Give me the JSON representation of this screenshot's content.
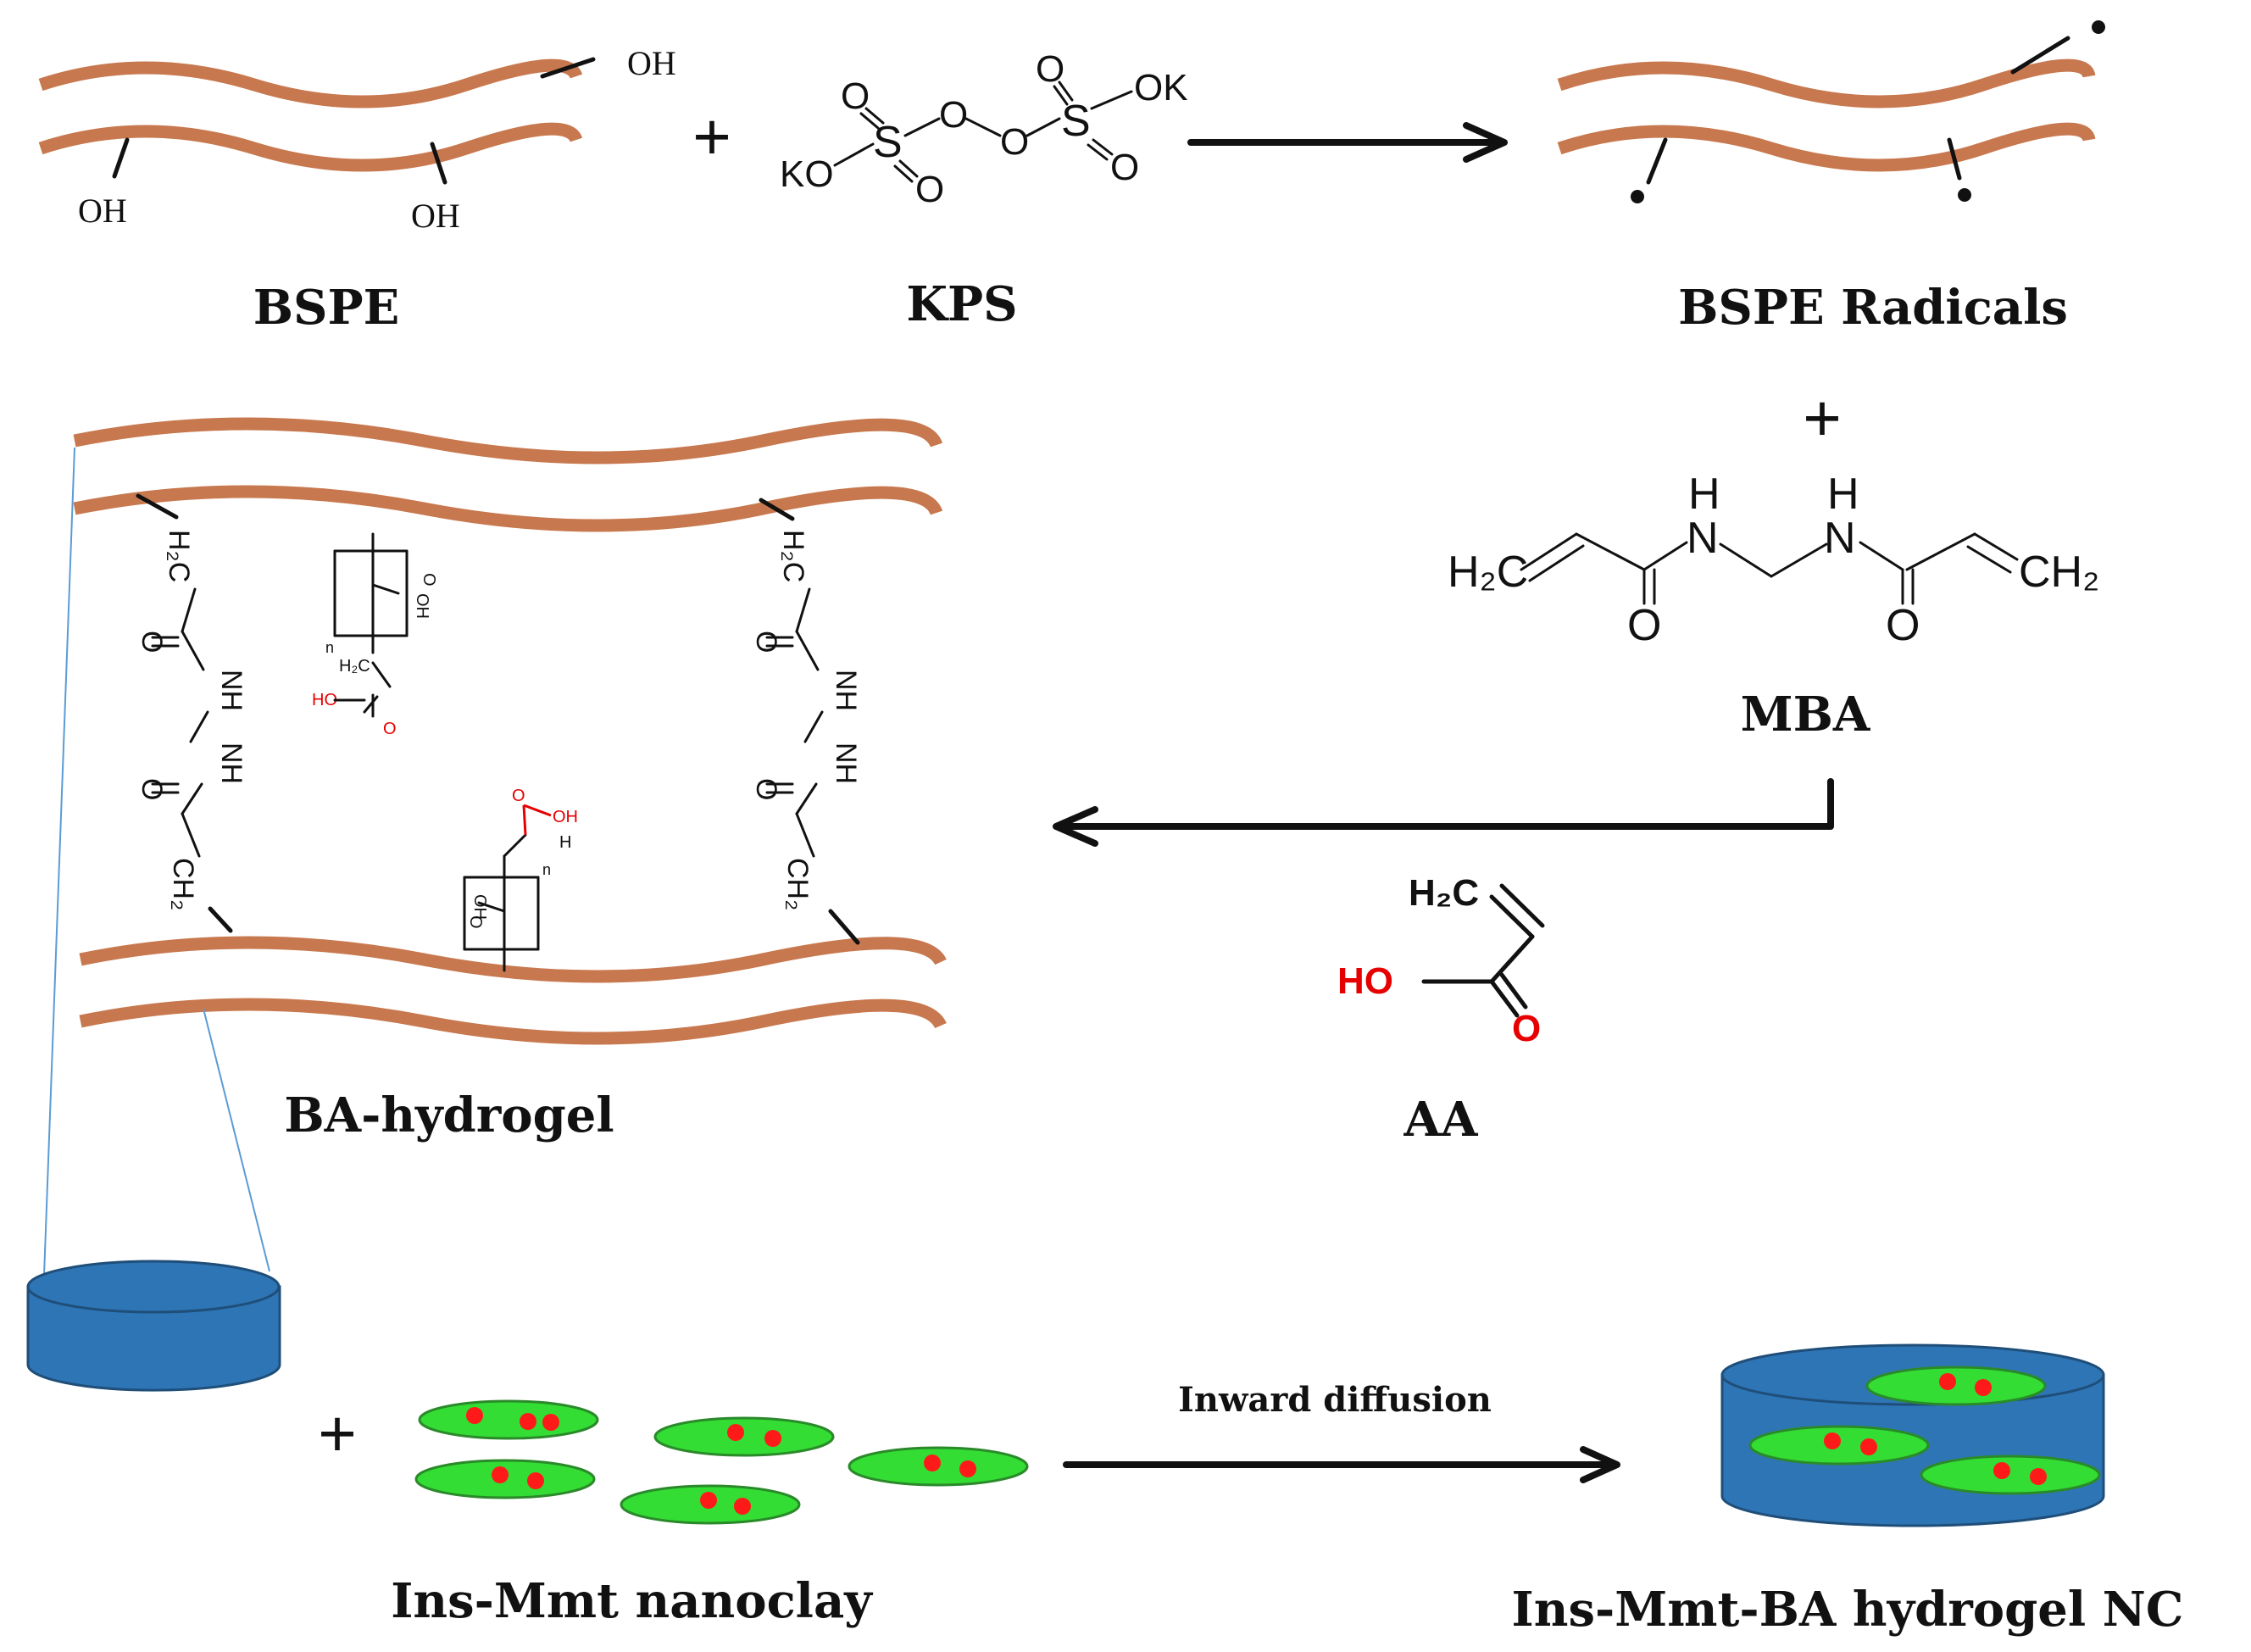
{
  "labels": {
    "bspe": "BSPE",
    "kps": "KPS",
    "bspe_radicals": "BSPE Radicals",
    "mba": "MBA",
    "aa": "AA",
    "ba_hydrogel": "BA-hydrogel",
    "ins_mmt_nanoclay": "Ins-Mmt nanoclay",
    "ins_mmt_ba_nc": "Ins-Mmt-BA hydrogel NC",
    "inward_diffusion": "Inward diffusion"
  },
  "symbols": {
    "plus": "+",
    "oh": "OH",
    "o": "O",
    "s": "S",
    "k": "K",
    "ok": "OK",
    "ko": "KO",
    "h": "H",
    "n": "N",
    "nh": "NH",
    "h2c": "H₂C",
    "ch2": "CH₂",
    "h2c_hyd": "H₂C",
    "ch2_hyd": "CH₂",
    "ho": "HO",
    "ho_small": "HO",
    "oh_small": "OH",
    "n_sub": "n",
    "h2c_small": "H₂C"
  },
  "colors": {
    "strand": "#c8784e",
    "gel_disk": "#2e75b6",
    "nanoclay": "#33dd33",
    "drug": "#ff1a1a",
    "acid_highlight": "#e60000"
  }
}
